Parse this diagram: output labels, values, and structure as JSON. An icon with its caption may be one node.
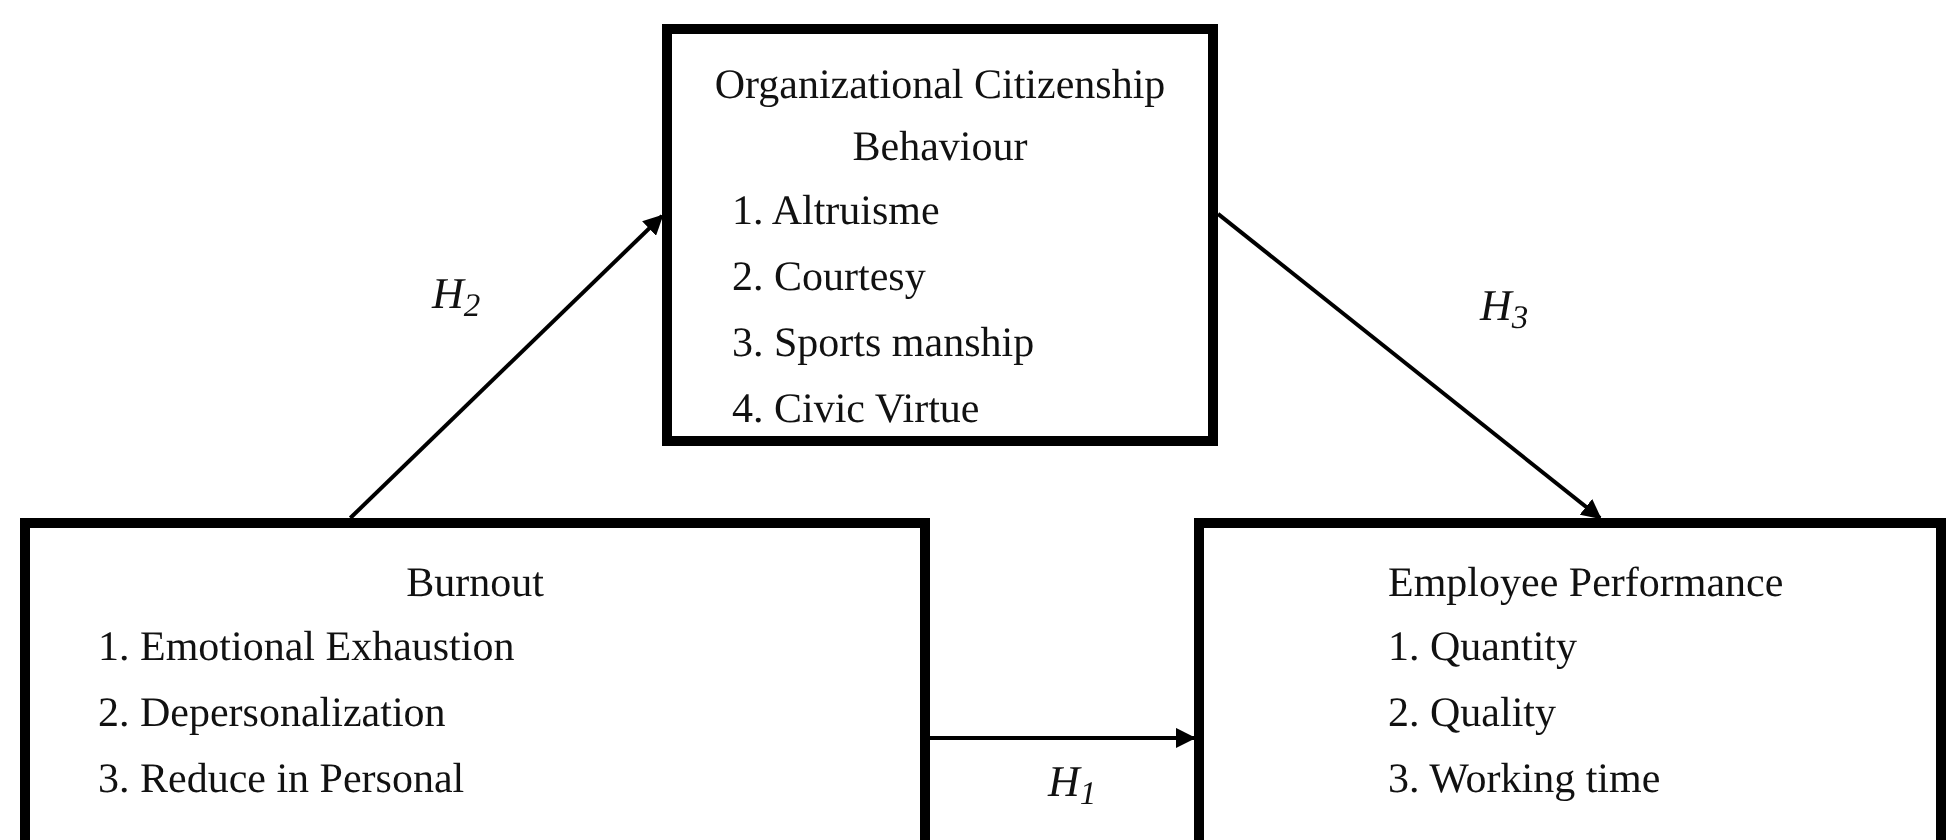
{
  "diagram": {
    "nodes": [
      {
        "text": [
          "Organizational Citizenship Behaviour",
          "1. Altruisme",
          "2. Courtesy",
          "3. Sports manship",
          "4. Civic Virtue"
        ]
      },
      {
        "text": [
          "Burnout",
          "1. Emotional Exhaustion",
          "2. Depersonalization",
          "3. Reduce in Personal"
        ]
      },
      {
        "text": [
          "Employee Performance",
          "1. Quantity",
          "2. Quality",
          "3. Working time"
        ]
      }
    ],
    "edges": [
      {
        "from": 1,
        "to": 0,
        "arrow": "to",
        "label": "H$_{2}$"
      },
      {
        "from": 0,
        "to": 2,
        "arrow": "to",
        "label": "H$_{3}$"
      },
      {
        "from": 1,
        "to": 2,
        "arrow": "to",
        "label": "H$_{1}$"
      }
    ]
  }
}
